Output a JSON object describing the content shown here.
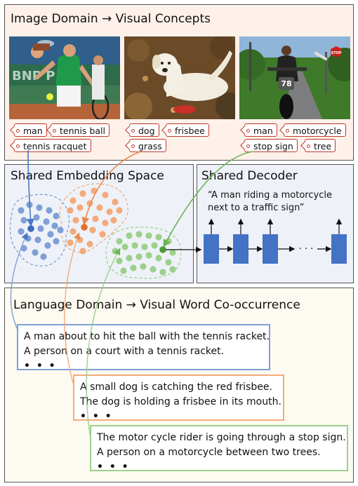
{
  "image_domain": {
    "title": "Image Domain → Visual Concepts",
    "photos": [
      {
        "icon": "tennis-player-photo",
        "tags": [
          "man",
          "tennis ball",
          "tennis racquet"
        ]
      },
      {
        "icon": "dog-frisbee-photo",
        "tags": [
          "dog",
          "frisbee",
          "grass"
        ]
      },
      {
        "icon": "motorcyclist-photo",
        "tags": [
          "man",
          "motorcycle",
          "stop sign",
          "tree"
        ],
        "sign_text": "STOP",
        "plate_text": "78"
      }
    ]
  },
  "embedding": {
    "title": "Shared Embedding Space",
    "colors": {
      "blue": "#7f9fd6",
      "orange": "#f3aa7c",
      "green": "#9dd08c"
    }
  },
  "decoder": {
    "title": "Shared Decoder",
    "quote_lines": [
      "“A man riding a motorcycle",
      "next to a traffic sign”"
    ],
    "ellipsis": "· · ·",
    "block_color": "#4472c4"
  },
  "language_domain": {
    "title": "Language Domain → Visual Word Co-occurrence",
    "captions": [
      {
        "lines": [
          "A man about to hit the ball with the tennis racket.",
          "A person on a court with a tennis racket."
        ],
        "more": "• • •",
        "border_color": "#7f9fd6"
      },
      {
        "lines": [
          "A small dog is catching the red frisbee.",
          "The dog is holding a frisbee in its mouth."
        ],
        "more": "• • •",
        "border_color": "#f3aa7c"
      },
      {
        "lines": [
          "The motor cycle rider is going through a stop sign.",
          "A person on a motorcycle between two trees."
        ],
        "more": "• • •",
        "border_color": "#9dd08c"
      }
    ]
  }
}
